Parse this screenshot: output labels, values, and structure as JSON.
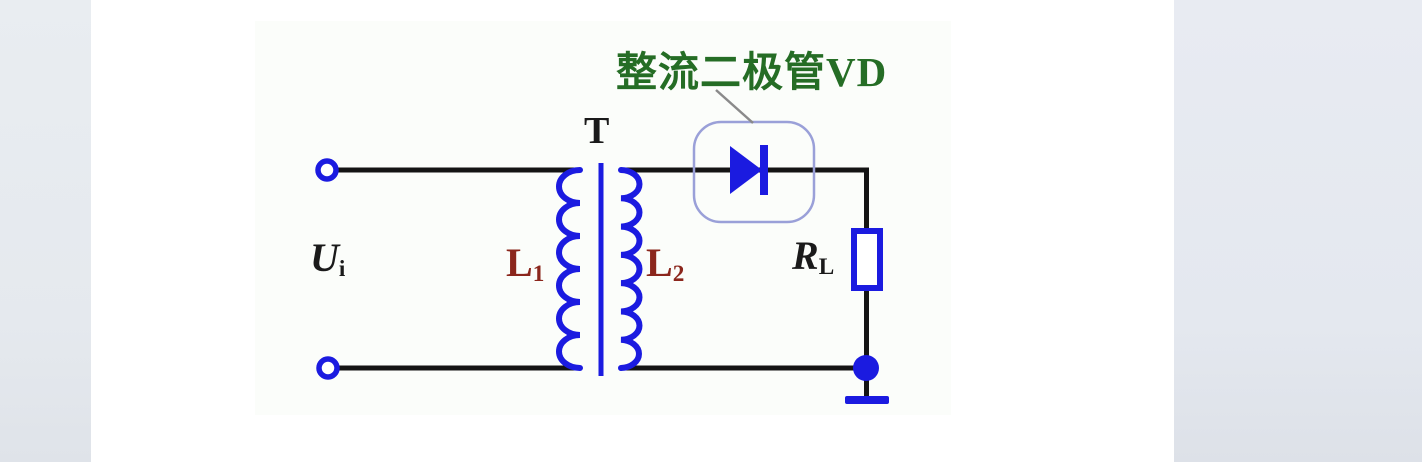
{
  "diagram": {
    "title": {
      "text": "整流二极管VD"
    },
    "labels": {
      "transformer": "T",
      "input": {
        "main": "U",
        "sub": "i"
      },
      "primary": {
        "main": "L",
        "sub": "1"
      },
      "secondary": {
        "main": "L",
        "sub": "2"
      },
      "load": {
        "main": "R",
        "sub": "L"
      }
    },
    "components": {
      "diode": "rectifier-diode-VD",
      "transformer_core": "transformer-T",
      "primary_winding": "L1",
      "secondary_winding": "L2",
      "load_resistor": "RL",
      "ground": "ground",
      "input_terminals": "Ui-input-terminals"
    },
    "colors": {
      "component": "#1b1be0",
      "wire": "#141414",
      "winding_label": "#8b261c",
      "title": "#256d25",
      "callout_box": "#9aa0d8",
      "leader": "#8a8a8a",
      "text_black": "#1a1a1a",
      "canvas_bg": "#fbfdfa",
      "side_strip_bg": "#e6eaef"
    }
  }
}
